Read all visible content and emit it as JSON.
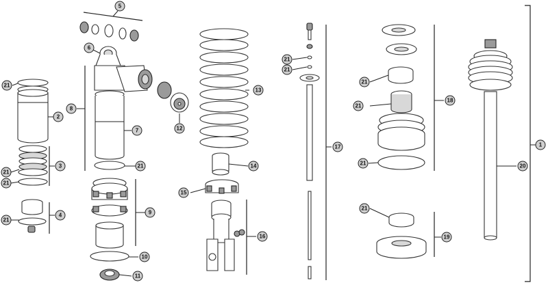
{
  "diagram": {
    "type": "exploded-parts-view",
    "callout_color": "#cfcfcf",
    "line_color": "#222222",
    "callouts": {
      "c1": "1",
      "c2": "2",
      "c3": "3",
      "c4": "4",
      "c5": "5",
      "c6": "6",
      "c7": "7",
      "c8": "8",
      "c9": "9",
      "c10": "10",
      "c11": "11",
      "c12": "12",
      "c13": "13",
      "c14": "14",
      "c15": "15",
      "c16": "16",
      "c17": "17",
      "c18": "18",
      "c19": "19",
      "c20": "20",
      "c21a": "21",
      "c21b": "21",
      "c21c": "21",
      "c21d": "21",
      "c21e": "21",
      "c21f": "21",
      "c21g": "21",
      "c21h": "21",
      "c21i": "21",
      "c21j": "21",
      "c21k": "21"
    }
  }
}
